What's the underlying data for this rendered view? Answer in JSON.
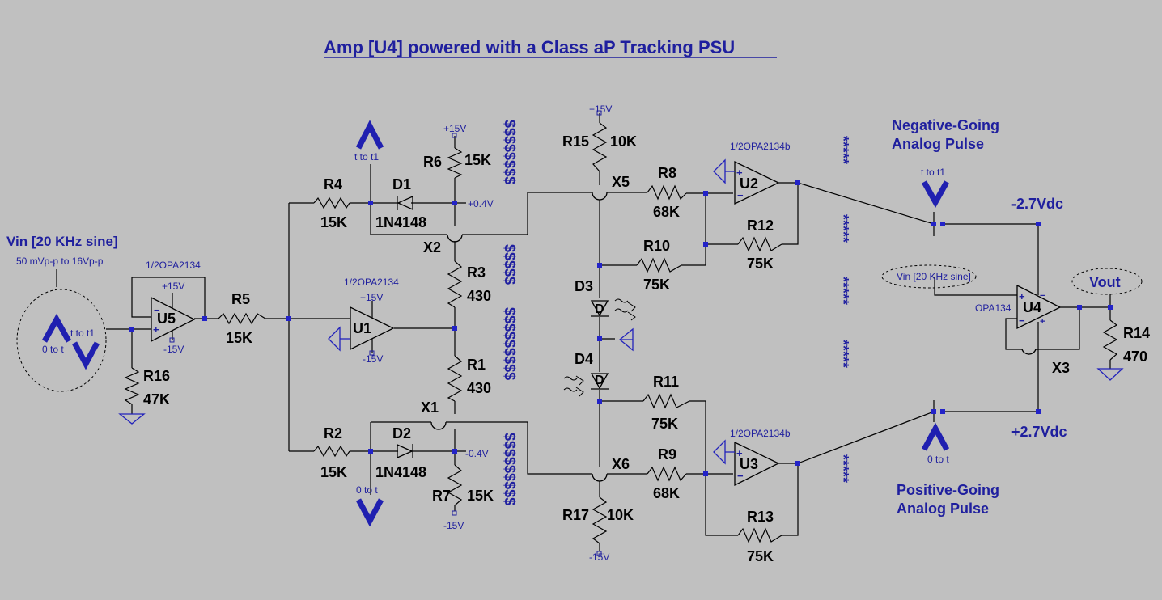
{
  "title": "Amp [U4] powered with a Class aP Tracking PSU",
  "source": {
    "label": "Vin [20 KHz sine]",
    "amplitude": "50 mVp-p to 16Vp-p",
    "range_start": "0 to t",
    "range_end": "t to t1"
  },
  "opamps": {
    "u5": {
      "name": "U5",
      "model": "1/2OPA2134",
      "vpos": "+15V",
      "vneg": "-15V"
    },
    "u1": {
      "name": "U1",
      "model": "1/2OPA2134",
      "vpos": "+15V",
      "vneg": "-15V"
    },
    "u2": {
      "name": "U2",
      "model": "1/2OPA2134b"
    },
    "u3": {
      "name": "U3",
      "model": "1/2OPA2134b"
    },
    "u4": {
      "name": "U4",
      "model": "OPA134"
    }
  },
  "resistors": {
    "r1": {
      "name": "R1",
      "value": "430"
    },
    "r2": {
      "name": "R2",
      "value": "15K"
    },
    "r3": {
      "name": "R3",
      "value": "430"
    },
    "r4": {
      "name": "R4",
      "value": "15K"
    },
    "r5": {
      "name": "R5",
      "value": "15K"
    },
    "r6": {
      "name": "R6",
      "value": "15K"
    },
    "r7": {
      "name": "R7",
      "value": "15K"
    },
    "r8": {
      "name": "R8",
      "value": "68K"
    },
    "r9": {
      "name": "R9",
      "value": "68K"
    },
    "r10": {
      "name": "R10",
      "value": "75K"
    },
    "r11": {
      "name": "R11",
      "value": "75K"
    },
    "r12": {
      "name": "R12",
      "value": "75K"
    },
    "r13": {
      "name": "R13",
      "value": "75K"
    },
    "r14": {
      "name": "R14",
      "value": "470"
    },
    "r15": {
      "name": "R15",
      "value": "10K"
    },
    "r16": {
      "name": "R16",
      "value": "47K"
    },
    "r17": {
      "name": "R17",
      "value": "10K"
    }
  },
  "diodes": {
    "d1": {
      "name": "D1",
      "model": "1N4148"
    },
    "d2": {
      "name": "D2",
      "model": "1N4148"
    },
    "d3": {
      "name": "D3",
      "model": "D"
    },
    "d4": {
      "name": "D4",
      "model": "D"
    }
  },
  "crossings": {
    "x1": "X1",
    "x2": "X2",
    "x3": "X3",
    "x5": "X5",
    "x6": "X6"
  },
  "rails": {
    "pos15": "+15V",
    "neg15": "-15V",
    "bias_pos": "+0.4V",
    "bias_neg": "-0.4V"
  },
  "pulse_labels": {
    "neg": "t to t1",
    "pos": "0 to t",
    "neg_title_1": "Negative-Going",
    "neg_title_2": "Analog Pulse",
    "pos_title_1": "Positive-Going",
    "pos_title_2": "Analog Pulse"
  },
  "supplies": {
    "neg": "-2.7Vdc",
    "pos": "+2.7Vdc"
  },
  "labels": {
    "vout": "Vout",
    "vin_tag": "Vin [20 KHz sine]"
  },
  "separators": {
    "dollar_a": "$$$$$$$$",
    "dollar_b": "$$$$$",
    "dollar_c": "$$$$$$$$$",
    "dollar_d": "$$$$$$$$$",
    "star_a": "*****",
    "star_b": "*****",
    "star_c": "*****",
    "star_d": "*****",
    "star_e": "*****"
  }
}
